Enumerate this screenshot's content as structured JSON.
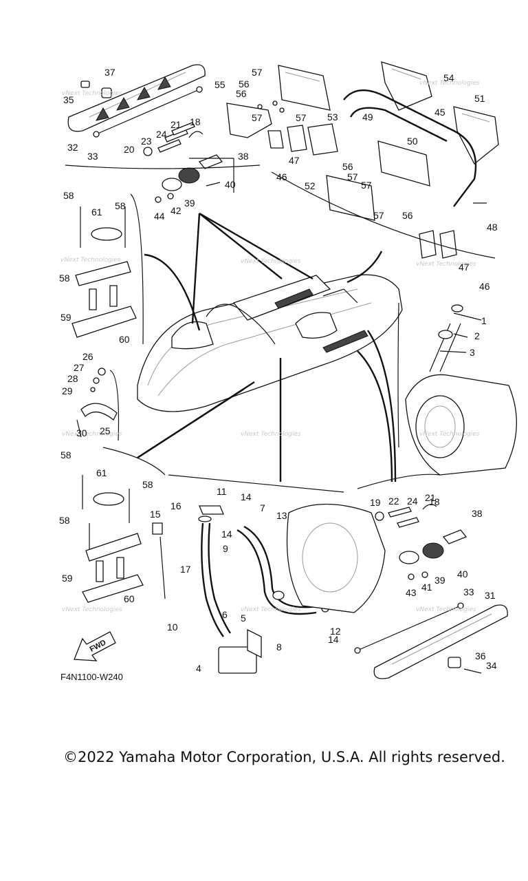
{
  "diagram": {
    "code": "F4N1100-W240",
    "copyright": "©2022 Yamaha Motor Corporation, U.S.A. All rights reserved.",
    "fwd_label": "FWD",
    "watermark": "vNext Technologies",
    "callouts": [
      "1",
      "2",
      "3",
      "4",
      "5",
      "6",
      "7",
      "8",
      "9",
      "10",
      "11",
      "12",
      "13",
      "14",
      "15",
      "16",
      "17",
      "18",
      "19",
      "20",
      "21",
      "22",
      "23",
      "24",
      "25",
      "26",
      "27",
      "28",
      "29",
      "30",
      "31",
      "32",
      "33",
      "34",
      "35",
      "36",
      "37",
      "38",
      "39",
      "40",
      "41",
      "42",
      "43",
      "44",
      "45",
      "46",
      "47",
      "48",
      "49",
      "50",
      "51",
      "52",
      "53",
      "54",
      "55",
      "56",
      "57",
      "58",
      "59",
      "60",
      "61"
    ]
  }
}
